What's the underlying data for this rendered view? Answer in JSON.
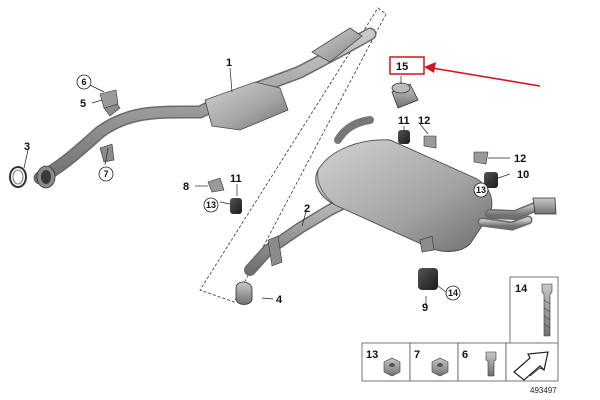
{
  "labels": {
    "l1": "1",
    "l2": "2",
    "l3": "3",
    "l4": "4",
    "l5": "5",
    "l6": "6",
    "l7": "7",
    "l8": "8",
    "l9": "9",
    "l10": "10",
    "l11a": "11",
    "l11b": "11",
    "l12a": "12",
    "l12b": "12",
    "l13a": "13",
    "l13b": "13",
    "l14": "14",
    "l15": "15"
  },
  "legend": {
    "p13": "13",
    "p7": "7",
    "p6": "6",
    "p14": "14"
  },
  "diagram_number": "493497",
  "colors": {
    "highlight": "#d6141c",
    "part_fill": "#9a9a9a",
    "line": "#222222"
  }
}
